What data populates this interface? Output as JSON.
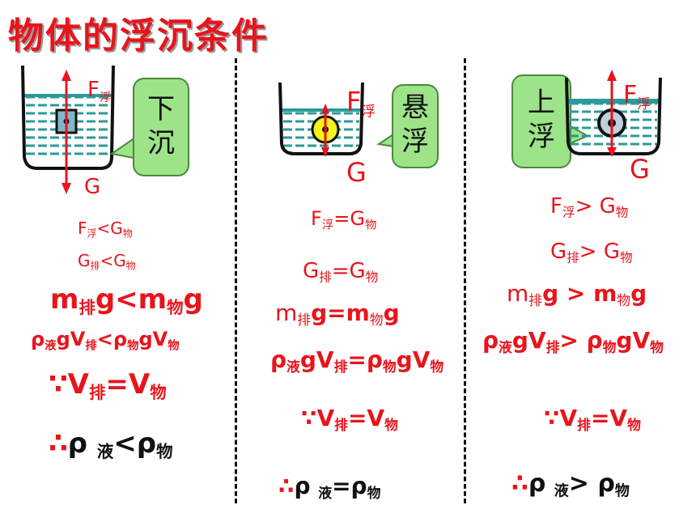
{
  "title": "物体的浮沉条件",
  "colors": {
    "red": "#e8141c",
    "liquid": "#2c9a9a",
    "callout_green": "#9de38a"
  },
  "panels": [
    {
      "id": "sink",
      "callout": [
        "下",
        "沉"
      ],
      "force_top": "F",
      "force_top_sub": "浮",
      "force_bottom": "G",
      "lines": [
        [
          "F",
          "浮",
          "<G",
          "物",
          ""
        ],
        [
          "G",
          "排",
          "<G",
          "物",
          ""
        ],
        [
          "m",
          "排",
          "g<m",
          "物",
          "g"
        ],
        [
          "ρ",
          "液",
          "gV",
          "排",
          "<ρ",
          "物",
          "gV",
          "物"
        ],
        [
          "∵",
          "V",
          "排",
          "=V",
          "物"
        ],
        [
          "∴",
          "ρ ",
          "液",
          "<ρ",
          "物"
        ]
      ]
    },
    {
      "id": "suspend",
      "callout": [
        "悬",
        "浮"
      ],
      "force_top": "F",
      "force_top_sub": "浮",
      "force_bottom": "G",
      "lines": [
        [
          "F",
          "浮",
          "=G",
          "物"
        ],
        [
          "G",
          "排",
          "=G",
          "物"
        ],
        [
          "m",
          "排",
          "g=m",
          "物",
          "g"
        ],
        [
          "ρ",
          "液",
          "gV",
          "排",
          "=ρ",
          "物",
          "gV",
          "物"
        ],
        [
          "∵",
          "V",
          "排",
          "=V",
          "物"
        ],
        [
          "∴",
          "ρ ",
          "液",
          "=ρ",
          "物"
        ]
      ]
    },
    {
      "id": "float",
      "callout": [
        "上",
        "浮"
      ],
      "force_top": "F",
      "force_top_sub": "浮",
      "force_bottom": "G",
      "lines": [
        [
          "F",
          "浮",
          "> G",
          "物"
        ],
        [
          "G",
          "排",
          "> G",
          "物"
        ],
        [
          "m",
          "排",
          "g > m",
          "物",
          "g"
        ],
        [
          "ρ",
          "液",
          "gV",
          "排",
          "> ρ",
          "物",
          "gV",
          "物"
        ],
        [
          "∵",
          "V",
          "排",
          "=V",
          "物"
        ],
        [
          "∴",
          "ρ ",
          "液",
          "> ρ",
          "物"
        ]
      ]
    }
  ]
}
